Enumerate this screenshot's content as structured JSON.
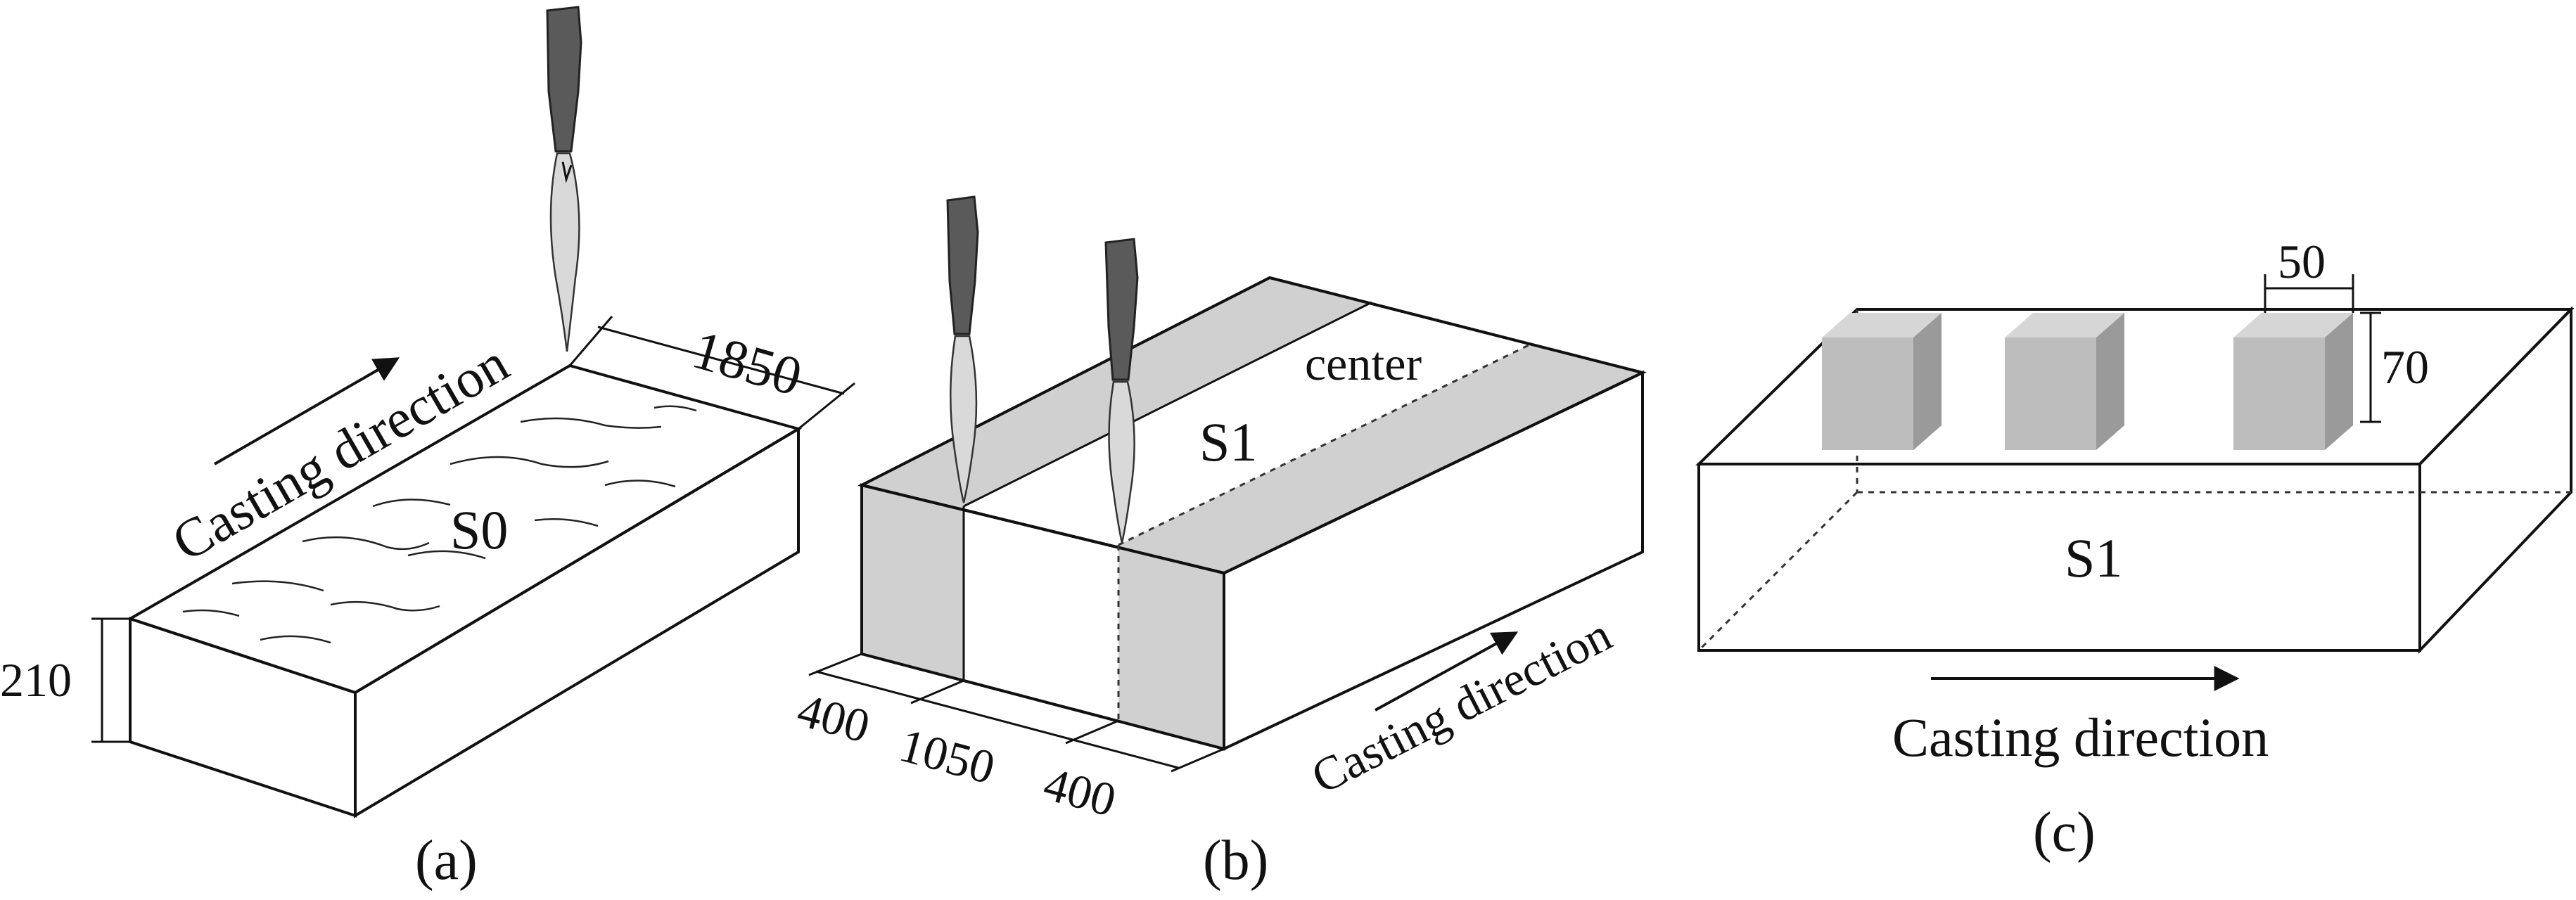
{
  "panel_a": {
    "caption": "(a)",
    "slab_label": "S0",
    "casting_direction": "Casting direction",
    "dim_width": "1850",
    "dim_thickness": "210"
  },
  "panel_b": {
    "caption": "(b)",
    "slab_label": "S1",
    "center_label": "center",
    "casting_direction": "Casting direction",
    "dim_left": "400",
    "dim_middle": "1050",
    "dim_right": "400"
  },
  "panel_c": {
    "caption": "(c)",
    "slab_label": "S1",
    "casting_direction": "Casting direction",
    "dim_sample_width": "50",
    "dim_sample_height": "70"
  },
  "colors": {
    "shaded": "#d0d0d0",
    "torch_body": "#5a5a5a",
    "flame": "#d9d9d9",
    "sample_front": "#bdbdbd",
    "sample_side": "#9a9a9a"
  }
}
